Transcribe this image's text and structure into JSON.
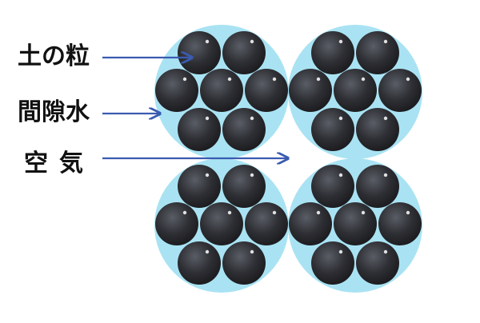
{
  "labels": {
    "particle": "土の粒",
    "pore_water": "間隙水",
    "air": "空気"
  },
  "colors": {
    "water": "#a9e3f3",
    "particle_dark": "#232326",
    "particle_light": "#5a5d66",
    "arrow": "#3a5bb0",
    "text": "#111111"
  },
  "aggregates": 4,
  "particles_per_aggregate": 7
}
